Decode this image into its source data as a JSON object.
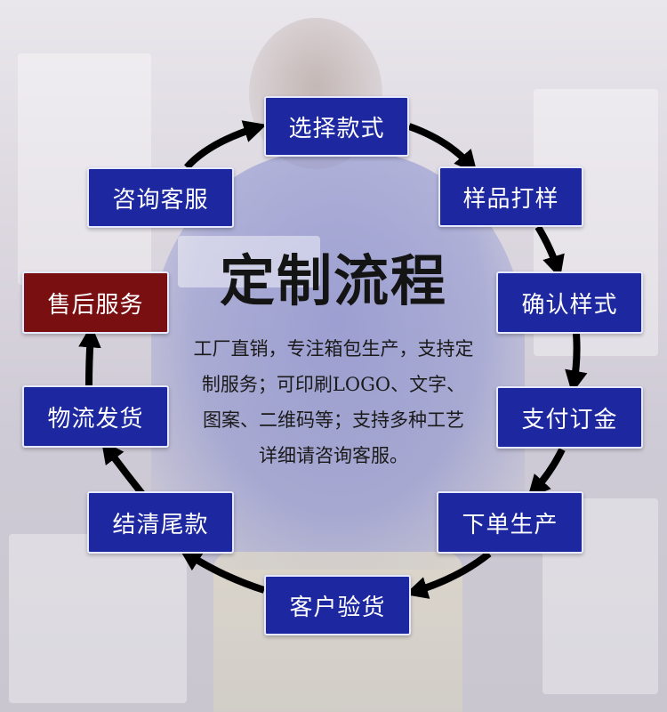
{
  "title": "定制流程",
  "description": [
    "工厂直销，专注箱包生产，支持定",
    "制服务；可印刷LOGO、文字、",
    "图案、二维码等；支持多种工艺",
    "详细请咨询客服。"
  ],
  "steps": [
    {
      "label": "选择款式"
    },
    {
      "label": "样品打样"
    },
    {
      "label": "确认样式"
    },
    {
      "label": "支付订金"
    },
    {
      "label": "下单生产"
    },
    {
      "label": "客户验货"
    },
    {
      "label": "结清尾款"
    },
    {
      "label": "物流发货"
    },
    {
      "label": "售后服务"
    },
    {
      "label": "咨询客服"
    }
  ],
  "colors": {
    "step_box": "#1d27a0",
    "highlight_box": "#7a0f12",
    "arrow": "#000000"
  }
}
